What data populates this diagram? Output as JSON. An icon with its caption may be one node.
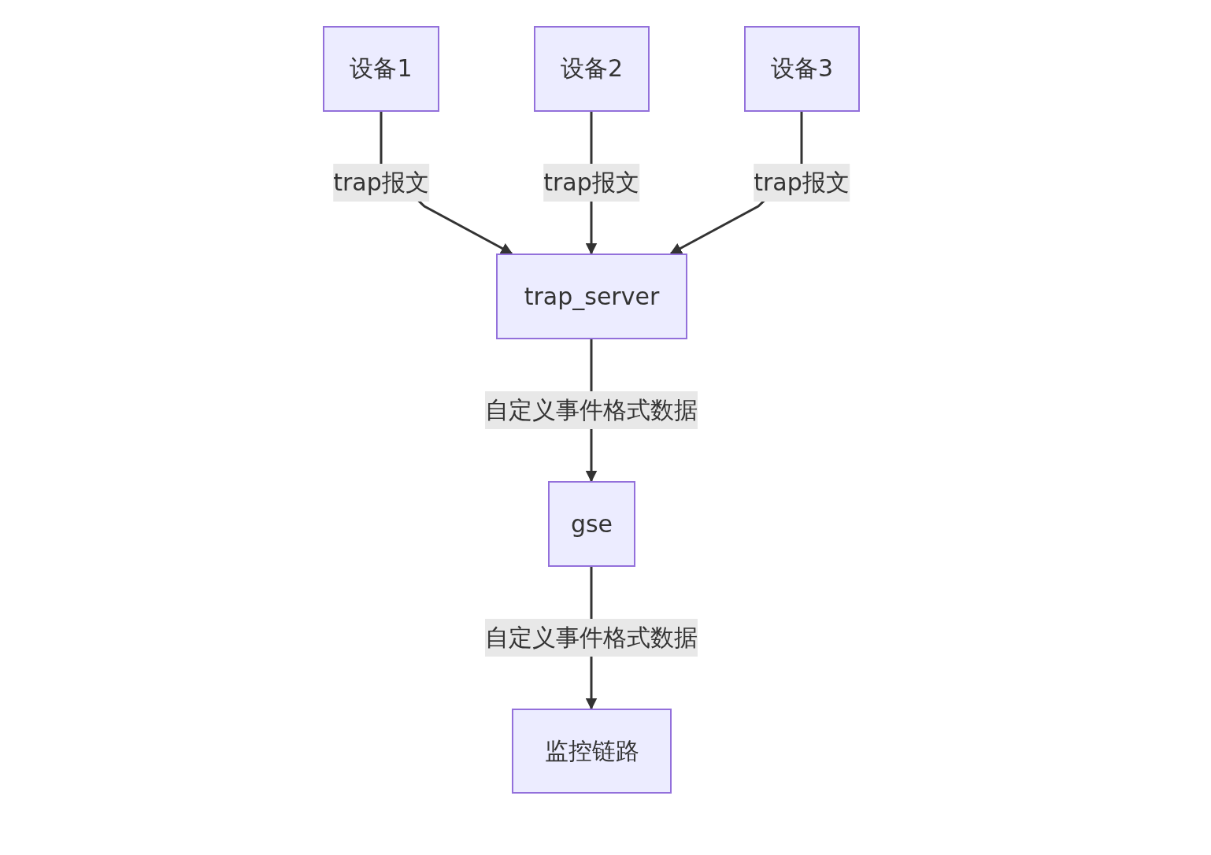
{
  "diagram": {
    "nodes": [
      {
        "text": [
          "设备1"
        ]
      },
      {
        "text": [
          "设备2"
        ]
      },
      {
        "text": [
          "设备3"
        ]
      },
      {
        "text": [
          "trap_server"
        ]
      },
      {
        "text": [
          "gse"
        ]
      },
      {
        "text": [
          "监控链路"
        ]
      }
    ],
    "edges": [
      {
        "from": 0,
        "to": 3,
        "arrow": "to",
        "label": "trap报文"
      },
      {
        "from": 1,
        "to": 3,
        "arrow": "to",
        "label": "trap报文"
      },
      {
        "from": 2,
        "to": 3,
        "arrow": "to",
        "label": "trap报文"
      },
      {
        "from": 3,
        "to": 4,
        "arrow": "to",
        "label": "自定义事件格式数据"
      },
      {
        "from": 4,
        "to": 5,
        "arrow": "to",
        "label": "自定义事件格式数据"
      }
    ]
  }
}
